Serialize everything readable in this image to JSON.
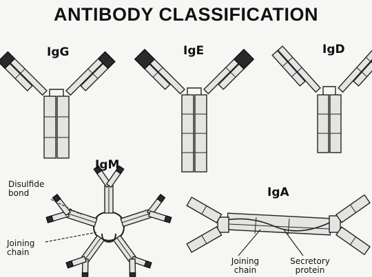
{
  "title": "ANTIBODY CLASSIFICATION",
  "antibodies": {
    "igg": "IgG",
    "ige": "IgE",
    "igd": "IgD",
    "igm": "IgM",
    "iga": "IgA"
  },
  "annotations": {
    "disulfide_bond": "Disulfide bond",
    "joining_chain_left": "Joining chain",
    "joining_chain_right": "Joining chain",
    "secretory_protein": "Secretory protein"
  },
  "colors": {
    "outline": "#222222",
    "fill_light": "#e4e4e2",
    "fill_dark": "#2a2a2a"
  }
}
